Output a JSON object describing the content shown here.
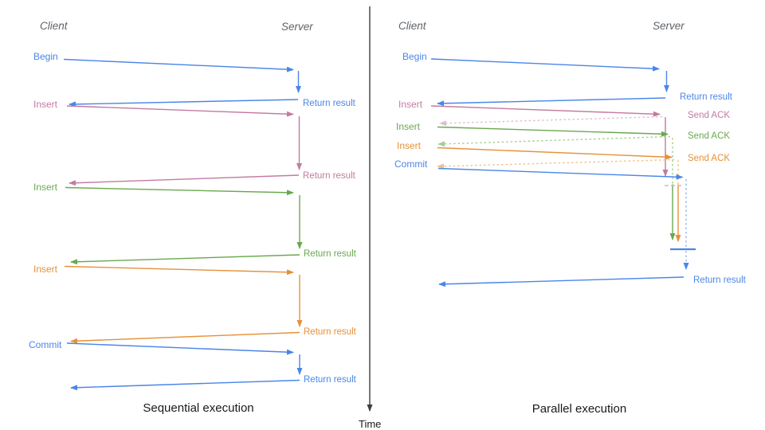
{
  "colors": {
    "blue": "#4a86e8",
    "blue_light": "#93b7f0",
    "pink": "#c27ba0",
    "pink_light": "#ddbdd1",
    "green": "#6aa84f",
    "green_light": "#a6cd92",
    "orange": "#e69138",
    "orange_light": "#f2c188",
    "axis": "#3d3d3d",
    "sync_gray": "#c0c0c0"
  },
  "time_axis": {
    "label": "Time"
  },
  "sequential": {
    "title": "Sequential execution",
    "client_header": "Client",
    "server_header": "Server",
    "operations": [
      {
        "label": "Begin",
        "color": "blue",
        "response": "Return result"
      },
      {
        "label": "Insert",
        "color": "pink",
        "response": "Return result"
      },
      {
        "label": "Insert",
        "color": "green",
        "response": "Return result"
      },
      {
        "label": "Insert",
        "color": "orange",
        "response": "Return result"
      },
      {
        "label": "Commit",
        "color": "blue",
        "response": "Return result"
      }
    ]
  },
  "parallel": {
    "title": "Parallel execution",
    "client_header": "Client",
    "server_header": "Server",
    "operations": [
      {
        "label": "Begin",
        "color": "blue",
        "response": "Return result"
      },
      {
        "label": "Insert",
        "color": "pink",
        "response": "Send ACK"
      },
      {
        "label": "Insert",
        "color": "green",
        "response": "Send ACK"
      },
      {
        "label": "Insert",
        "color": "orange",
        "response": "Send ACK"
      },
      {
        "label": "Commit",
        "color": "blue",
        "response": "Return result"
      }
    ]
  }
}
